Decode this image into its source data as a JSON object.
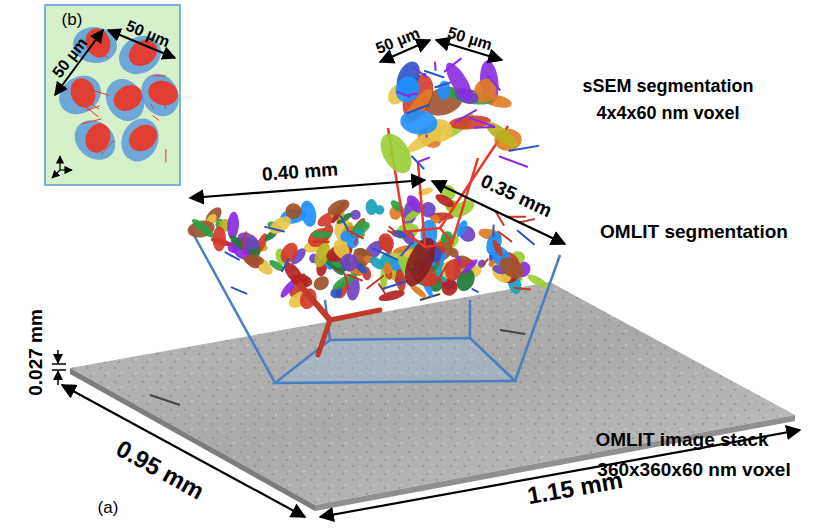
{
  "diagram": {
    "labels": [
      "(b)",
      "50 µm",
      "50 µm",
      "50 µm",
      "50 µm",
      "sSEM segmentation",
      "4x4x60 nm voxel",
      "0.40 mm",
      "0.35 mm",
      "OMLIT segmentation",
      "0.027 mm",
      "0.95 mm",
      "1.15 mm",
      "OMLIT image stack",
      "360x360x60 nm voxel",
      "(a)"
    ]
  }
}
